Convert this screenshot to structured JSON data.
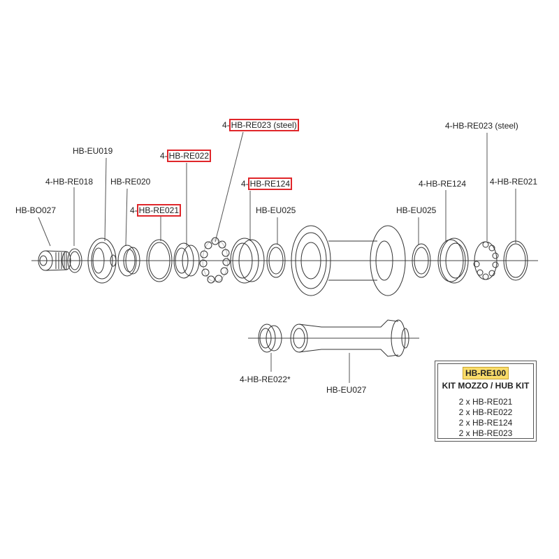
{
  "labels": {
    "re023_left_prefix": "4-",
    "re023_left": "HB-RE023 (steel)",
    "eu019": "HB-EU019",
    "re022_prefix": "4-",
    "re022": "HB-RE022",
    "re018": "4-HB-RE018",
    "re020": "HB-RE020",
    "re124_left_prefix": "4-",
    "re124_left": "HB-RE124",
    "bo027": "HB-BO027",
    "re021_left_prefix": "4-",
    "re021_left": "HB-RE021",
    "eu025_left": "HB-EU025",
    "re023_right": "4-HB-RE023 (steel)",
    "re124_right": "4-HB-RE124",
    "re021_right": "4-HB-RE021",
    "eu025_right": "HB-EU025",
    "re022_star": "4-HB-RE022*",
    "eu027": "HB-EU027"
  },
  "kit": {
    "code": "HB-RE100",
    "title": "KIT MOZZO / HUB KIT",
    "items": [
      "2 x HB-RE021",
      "2 x HB-RE022",
      "2 x HB-RE124",
      "2 x HB-RE023"
    ]
  },
  "colors": {
    "highlight_border": "#e0262a",
    "kit_code_bg": "#f9dc6a"
  }
}
